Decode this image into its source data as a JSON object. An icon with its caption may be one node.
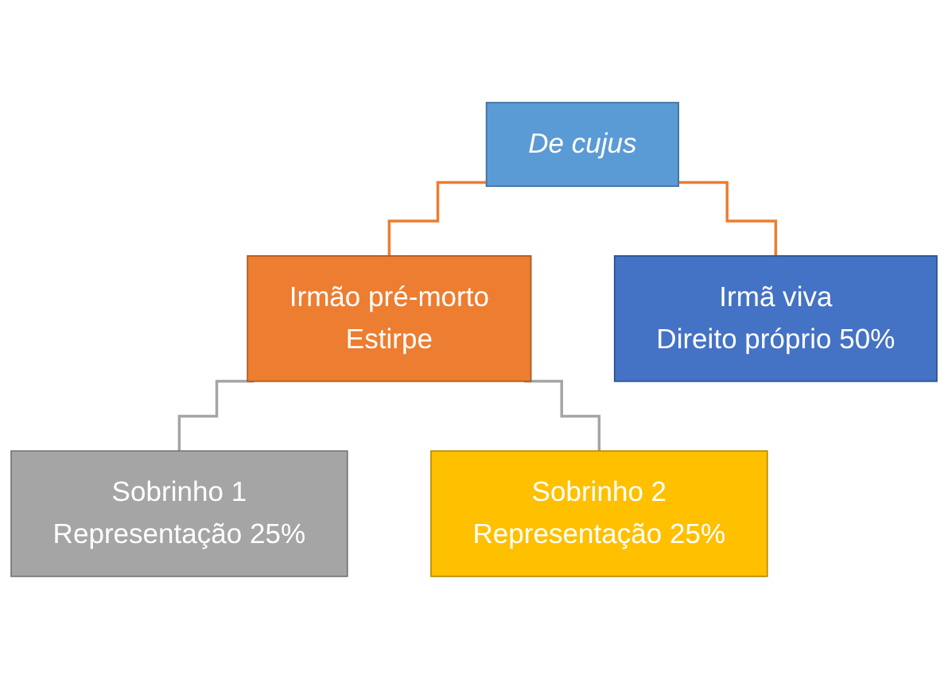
{
  "diagram": {
    "nodes": [
      {
        "text": [
          "De cujus"
        ]
      },
      {
        "text": [
          "Irmão pré-morto",
          "Estirpe"
        ]
      },
      {
        "text": [
          "Irmã viva",
          "Direito próprio 50%"
        ]
      },
      {
        "text": [
          "Sobrinho 1",
          "Representação 25%"
        ]
      },
      {
        "text": [
          "Sobrinho 2",
          "Representação 25%"
        ]
      }
    ],
    "edges": [
      {
        "from": 0,
        "to": 1,
        "arrow": "none"
      },
      {
        "from": 0,
        "to": 2,
        "arrow": "none"
      },
      {
        "from": 1,
        "to": 3,
        "arrow": "none",
        "color": "#a5a5a5"
      },
      {
        "from": 1,
        "to": 4,
        "arrow": "none",
        "color": "#a5a5a5"
      }
    ]
  }
}
